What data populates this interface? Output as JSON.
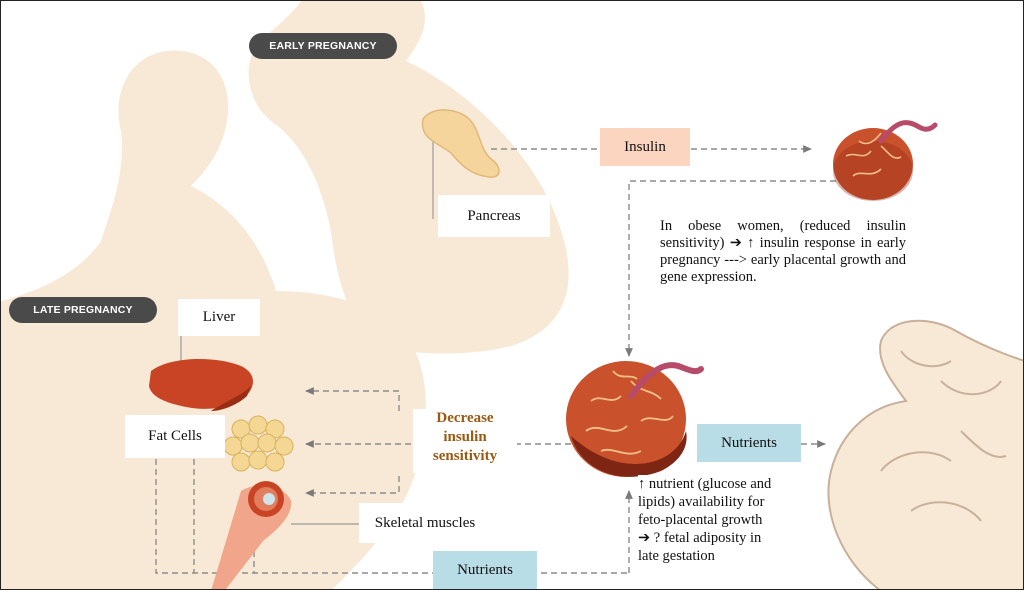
{
  "stages": {
    "early": "EARLY PREGNANCY",
    "late": "LATE PREGNANCY"
  },
  "organs": {
    "pancreas": "Pancreas",
    "liver": "Liver",
    "fat_cells": "Fat Cells",
    "skeletal_muscles": "Skeletal muscles"
  },
  "signals": {
    "insulin": "Insulin",
    "nutrients_upper": "Nutrients",
    "nutrients_lower": "Nutrients",
    "decrease_line1": "Decrease",
    "decrease_line2": "insulin",
    "decrease_line3": "sensitivity"
  },
  "notes": {
    "obese_women": "In obese women, (reduced insulin sensitivity) ➔ ↑ insulin response in early pregnancy ---> early placental growth and gene expression.",
    "nutrient_line1": "↑ nutrient (glucose and",
    "nutrient_line2": "lipids) availability for",
    "nutrient_line3": "feto-placental growth",
    "nutrient_line4": "➔ ? fetal adiposity in",
    "nutrient_line5": "late gestation"
  },
  "colors": {
    "silhouette": "#f8e9d6",
    "insulin_box": "#fbd5c0",
    "nutrients_box": "#b9dde6",
    "decrease_text": "#9a5a14",
    "placenta": "#c9512c",
    "liver": "#c94424",
    "fat": "#f3d792",
    "arrow": "#8c8c8c"
  }
}
